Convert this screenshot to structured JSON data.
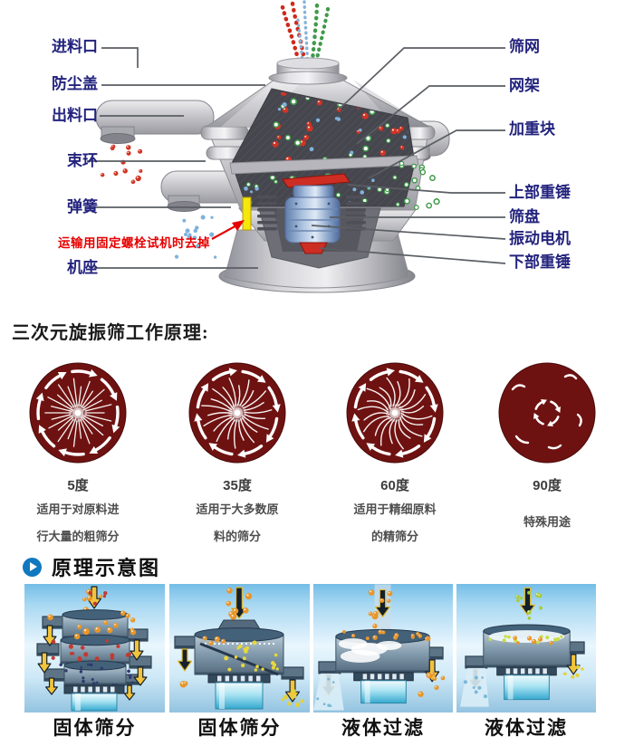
{
  "colors": {
    "label_navy": "#23237e",
    "accent_red": "#e60000",
    "wheel_maroon": "#6e1211",
    "header_blue": "#1078be",
    "particle_red": "#d23424",
    "particle_green": "#3f9a4a",
    "particle_blue": "#7fb2dc"
  },
  "diagram": {
    "left_labels": [
      {
        "text": "进料口"
      },
      {
        "text": "防尘盖"
      },
      {
        "text": "出料口"
      },
      {
        "text": "束环"
      },
      {
        "text": "弹簧"
      },
      {
        "text": "机座"
      }
    ],
    "red_note": "运输用固定螺栓试机时去掉",
    "right_labels": [
      {
        "text": "筛网"
      },
      {
        "text": "网架"
      },
      {
        "text": "加重块"
      },
      {
        "text": "上部重锤"
      },
      {
        "text": "筛盘"
      },
      {
        "text": "振动电机"
      },
      {
        "text": "下部重锤"
      }
    ]
  },
  "principle": {
    "title": "三次元旋振筛工作原理:",
    "modes": [
      {
        "angle": "5度",
        "desc1": "适用于对原料进",
        "desc2": "行大量的粗筛分"
      },
      {
        "angle": "35度",
        "desc1": "适用于大多数原",
        "desc2": "料的筛分"
      },
      {
        "angle": "60度",
        "desc1": "适用于精细原料",
        "desc2": "的精筛分"
      },
      {
        "angle": "90度",
        "desc1": "特殊用途",
        "desc2": ""
      }
    ]
  },
  "schematic": {
    "title": "原理示意图",
    "panels": [
      {
        "caption": "固体筛分"
      },
      {
        "caption": "固体筛分"
      },
      {
        "caption": "液体过滤"
      },
      {
        "caption": "液体过滤"
      }
    ]
  }
}
